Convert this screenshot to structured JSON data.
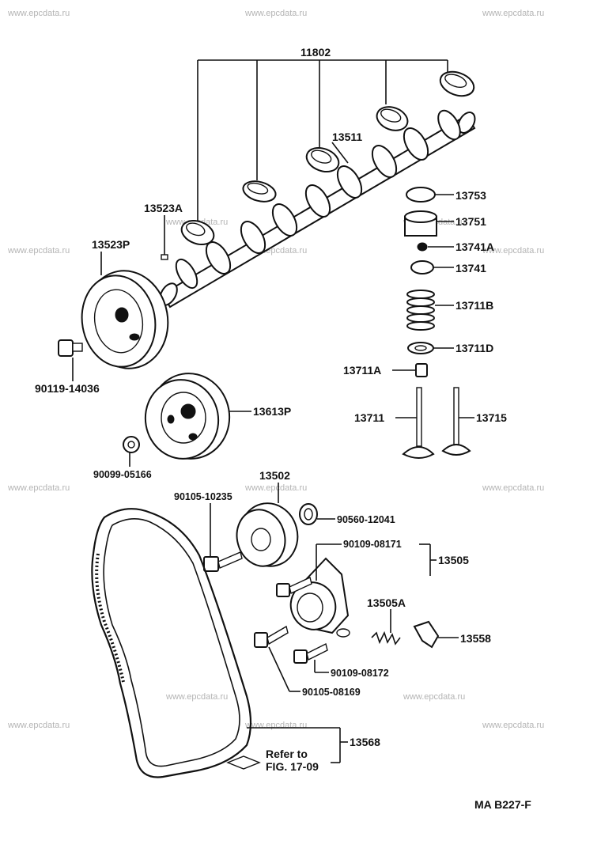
{
  "watermark": "www.epcdata.ru",
  "diagram_code": "MA B227-F",
  "parts": {
    "camshaft_bearing_set": "11802",
    "camshaft": "13511",
    "pin_13523a": "13523A",
    "camshaft_pulley": "13523P",
    "bolt_90119": "90119-14036",
    "crankshaft_pulley": "13613P",
    "nut_90099": "90099-05166",
    "shim": "13753",
    "lifter": "13751",
    "key_13741a": "13741A",
    "retainer": "13741",
    "valve_spring": "13711B",
    "spring_seat": "13711D",
    "seal_13711a": "13711A",
    "intake_valve": "13711",
    "exhaust_valve": "13715",
    "idler_pulley": "13502",
    "bolt_90105_10235": "90105-10235",
    "washer_90560": "90560-12041",
    "bolt_90109_08171": "90109-08171",
    "tensioner_assembly": "13505",
    "tensioner_spring": "13505A",
    "bracket_13558": "13558",
    "bolt_90109_08172": "90109-08172",
    "bolt_90105_08169": "90105-08169",
    "timing_belt": "13568"
  },
  "refer_note": {
    "line1": "Refer to",
    "line2": "FIG. 17-09"
  }
}
